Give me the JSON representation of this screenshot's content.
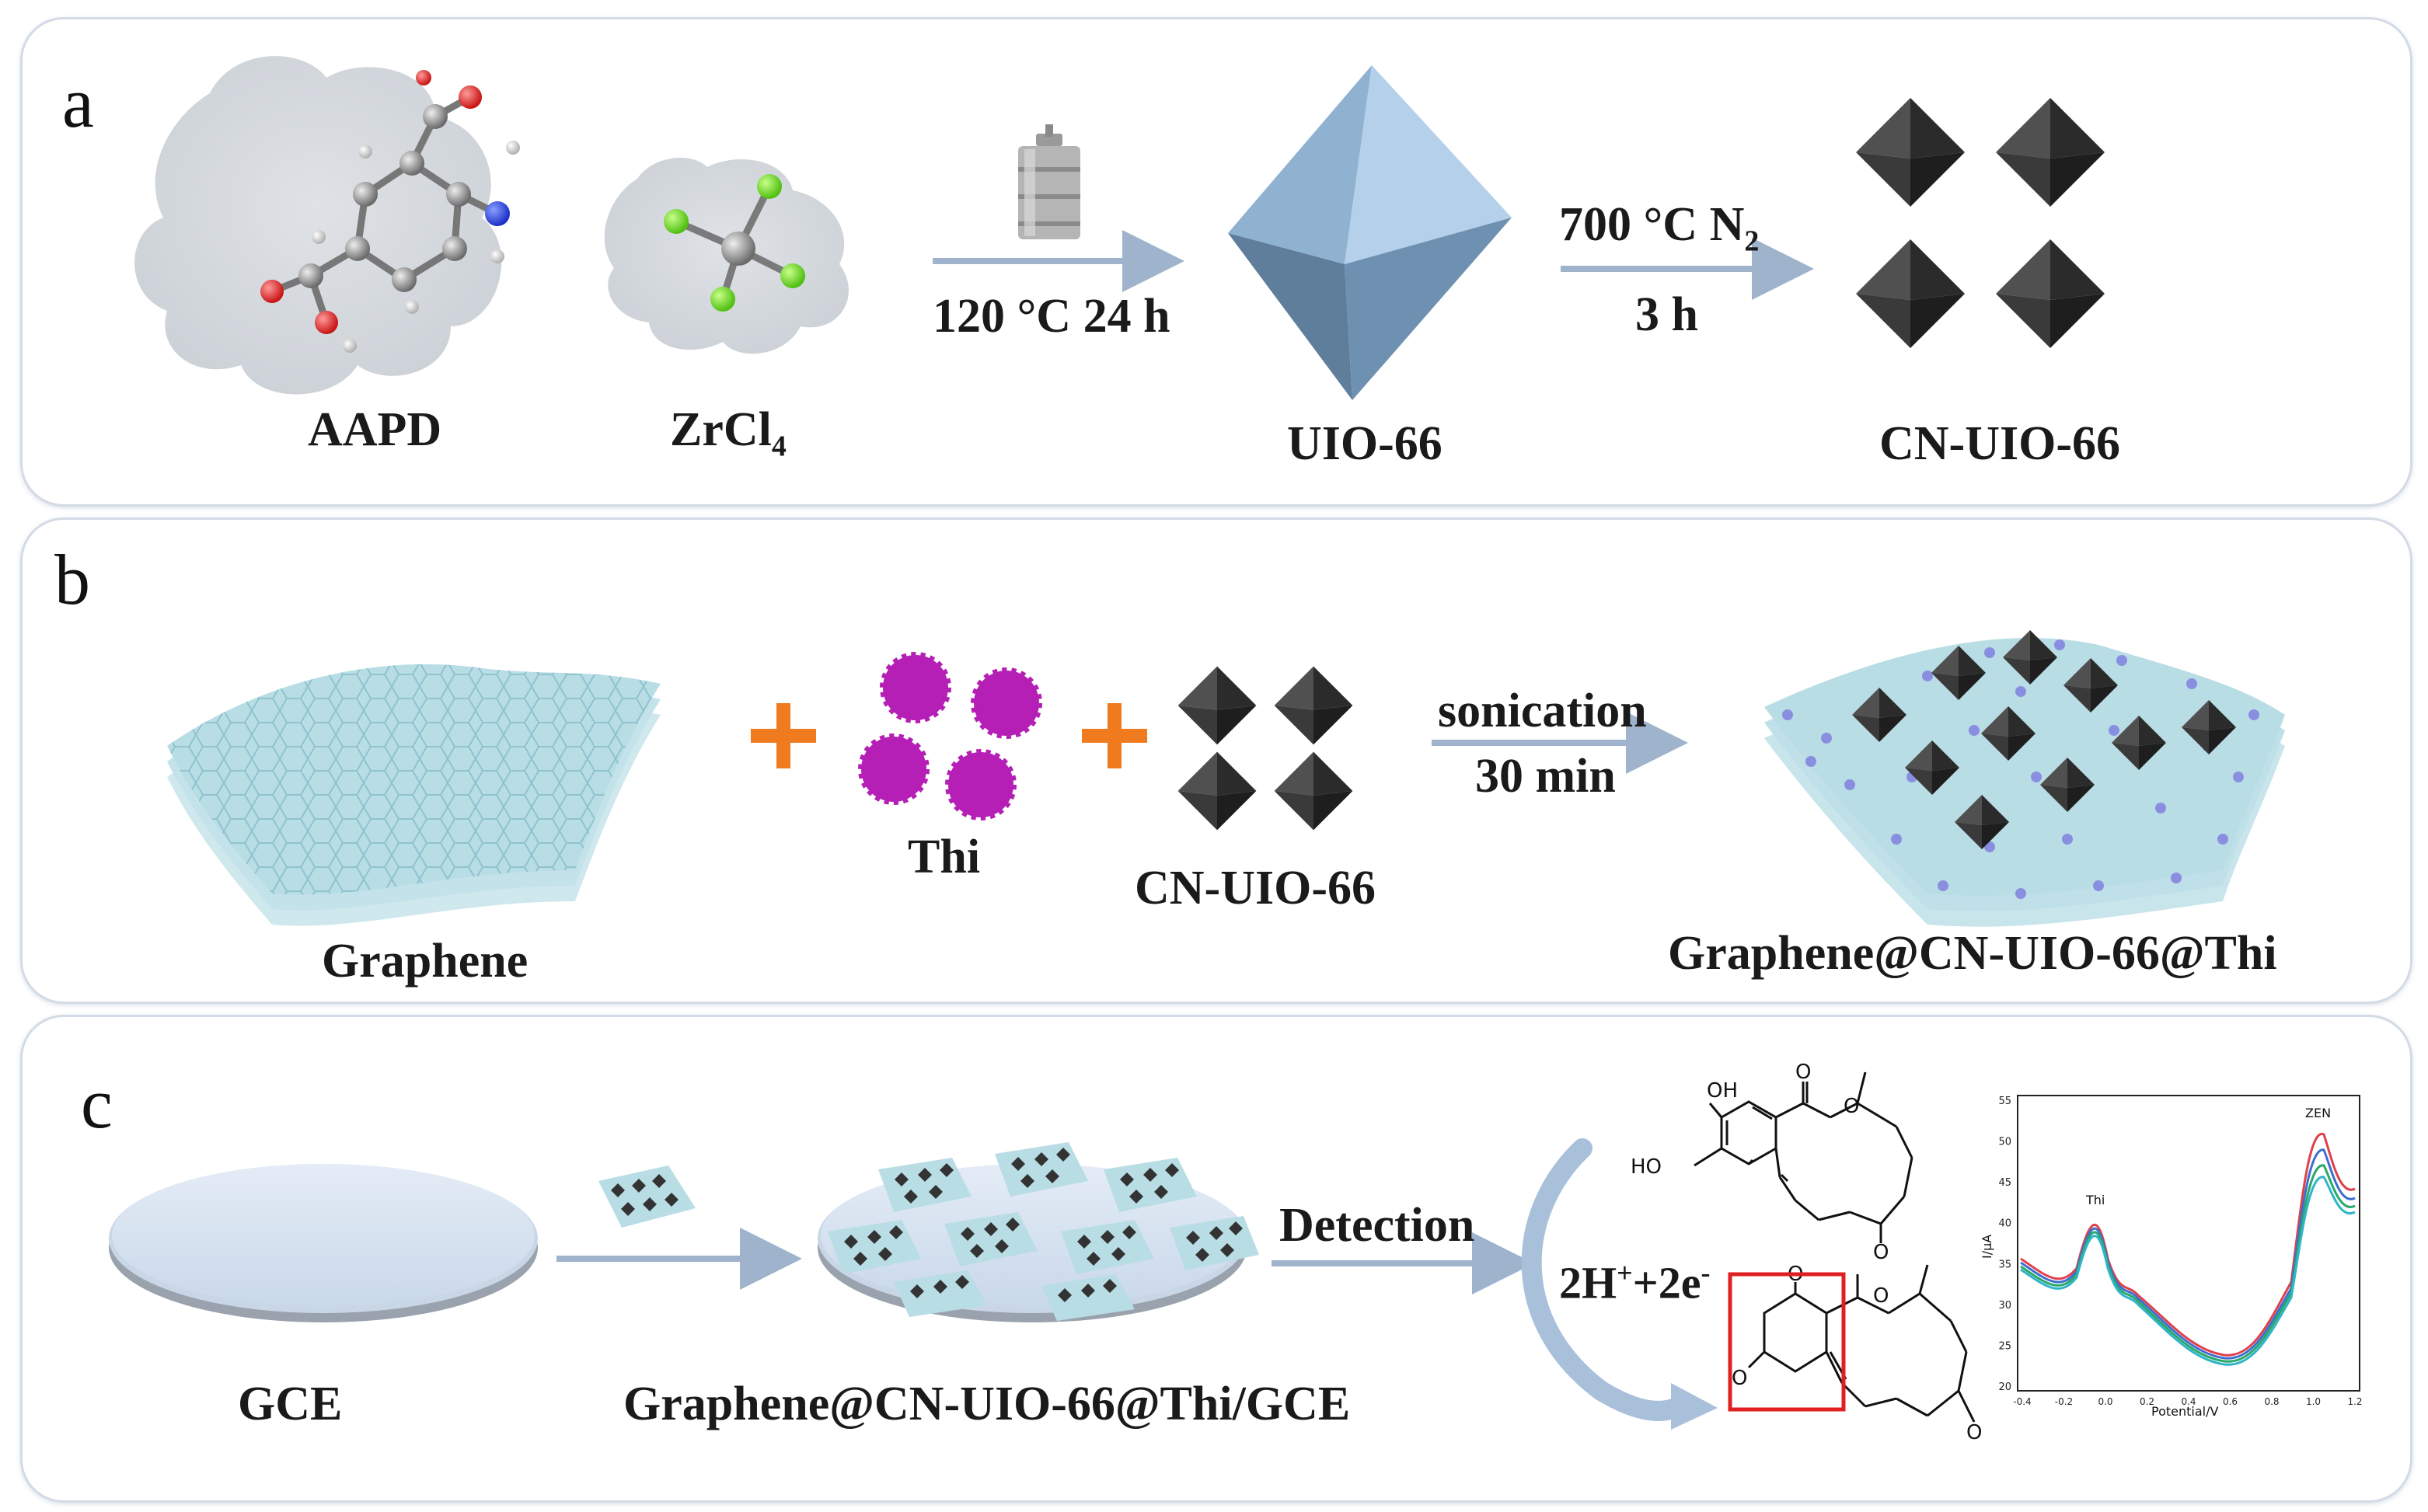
{
  "panel_a": {
    "letter": "a",
    "labels": {
      "aapd": "AAPD",
      "zrcl": "ZrCl",
      "zrcl_sub": "4",
      "uio": "UIO-66",
      "cn_uio": "CN-UIO-66"
    },
    "step1": {
      "condition": "120 °C 24 h"
    },
    "step2": {
      "line1": "700 °C N",
      "line1_sub": "2",
      "line2": "3 h"
    }
  },
  "panel_b": {
    "letter": "b",
    "labels": {
      "graphene": "Graphene",
      "thi": "Thi",
      "cn_uio": "CN-UIO-66",
      "composite": "Graphene@CN-UIO-66@Thi"
    },
    "plus": "+",
    "step": {
      "line1": "sonication",
      "line2": "30 min"
    }
  },
  "panel_c": {
    "letter": "c",
    "labels": {
      "gce": "GCE",
      "electrode": "Graphene@CN-UIO-66@Thi/GCE",
      "detection": "Detection"
    },
    "reaction": {
      "text": "2H",
      "sup1": "+",
      "mid": "+2e",
      "sup2": "-"
    },
    "molecule": {
      "oh1": "OH",
      "oh2": "HO",
      "o": "O"
    },
    "plot": {
      "ylabel": "I/μA",
      "xlabel": "Potential/V",
      "peak_thi": "Thi",
      "peak_zen": "ZEN",
      "yticks": [
        "55",
        "50",
        "45",
        "40",
        "35",
        "30",
        "25",
        "20"
      ],
      "xticks": [
        "-0.4",
        "-0.2",
        "0.0",
        "0.2",
        "0.4",
        "0.6",
        "0.8",
        "1.0",
        "1.2"
      ]
    }
  },
  "colors": {
    "arrow": "#9fb3cc",
    "plus": "#f07a1e",
    "thi": "#b51fb5",
    "octahedron": "#3a3a3a",
    "uio": "#7fa6c9",
    "graphene": "#b9dde5",
    "highlight": "#e02020"
  }
}
